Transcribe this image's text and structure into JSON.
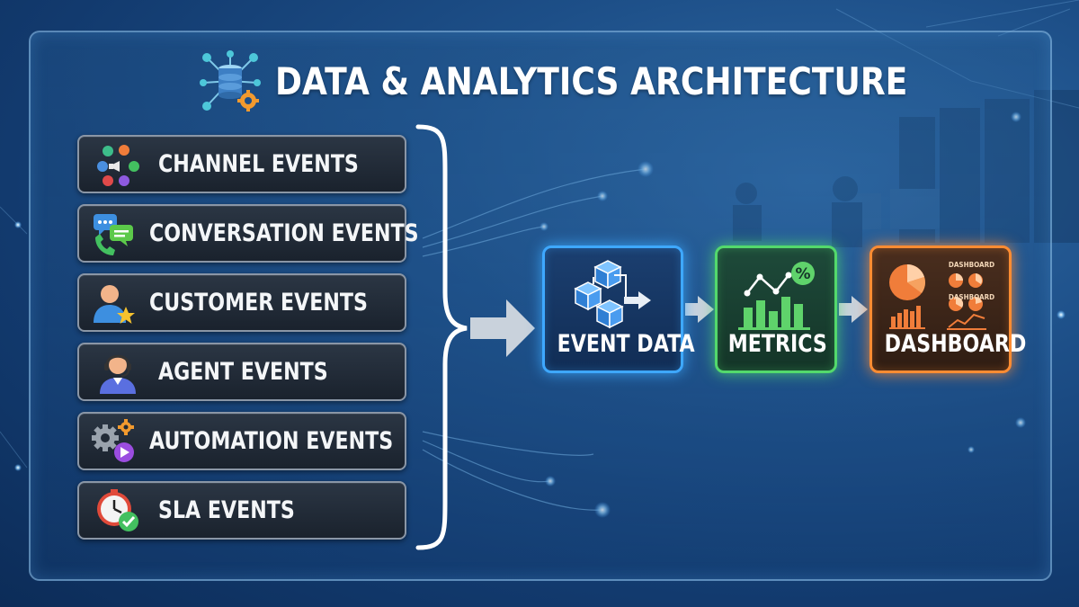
{
  "title": "DATA & ANALYTICS ARCHITECTURE",
  "title_icon": "database-network-gear-icon",
  "events": [
    {
      "label": "CHANNEL EVENTS",
      "icon": "channels-icon"
    },
    {
      "label": "CONVERSATION EVENTS",
      "icon": "chat-bubbles-phone-icon"
    },
    {
      "label": "CUSTOMER EVENTS",
      "icon": "user-star-icon"
    },
    {
      "label": "AGENT EVENTS",
      "icon": "agent-headset-icon"
    },
    {
      "label": "AUTOMATION EVENTS",
      "icon": "gears-play-icon"
    },
    {
      "label": "SLA EVENTS",
      "icon": "clock-check-icon"
    }
  ],
  "pipeline": {
    "event_data": {
      "label": "EVENT DATA",
      "icon": "cubes-arrow-icon",
      "color": "#3ea8ff"
    },
    "metrics": {
      "label": "METRICS",
      "icon": "bar-chart-percent-icon",
      "color": "#53d96c"
    },
    "dashboard": {
      "label": "DASHBOARD",
      "icon": "dashboard-charts-icon",
      "color": "#ff8c32",
      "mini_labels": [
        "DASHBOARD",
        "DASHBOARD"
      ]
    }
  }
}
